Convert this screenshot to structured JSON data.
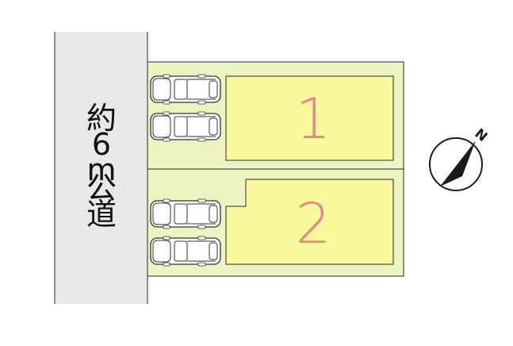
{
  "road": {
    "label_chars": [
      "約",
      "6",
      "m",
      "公",
      "道"
    ]
  },
  "lots": [
    {
      "number": "1"
    },
    {
      "number": "2"
    }
  ],
  "compass": {
    "north_label": "N"
  },
  "colors": {
    "road_fill": "#e8e8e8",
    "parcel_fill": "#eef3c2",
    "building_fill": "#fafa9c",
    "lot_number": "#e7838d",
    "outline": "#2a2a2a"
  },
  "parking_spaces": 4
}
